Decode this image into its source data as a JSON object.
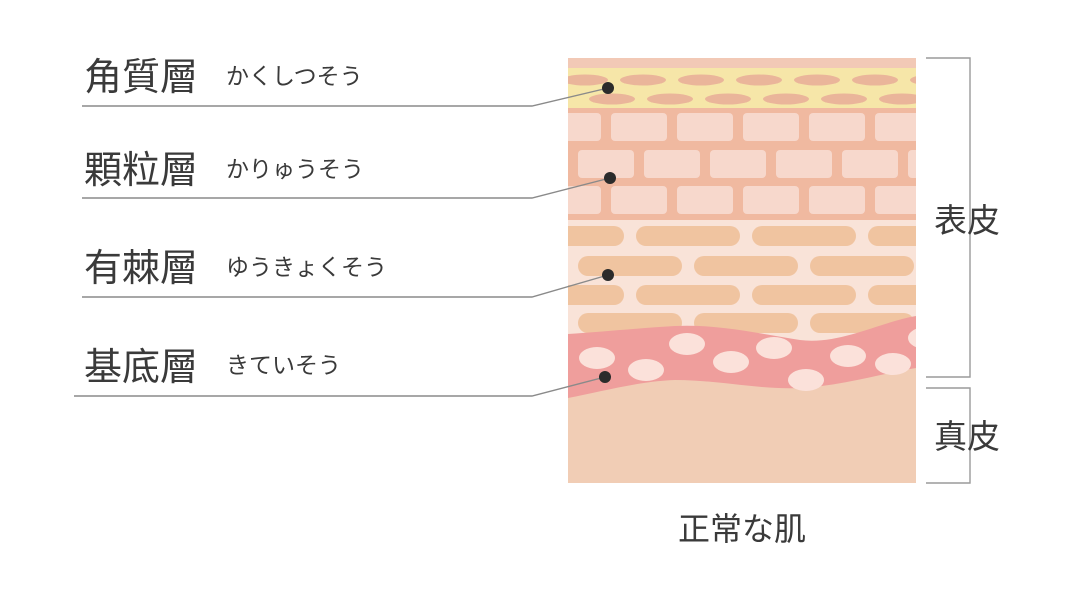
{
  "layers": [
    {
      "name": "角質層",
      "reading": "かくしつそう"
    },
    {
      "name": "顆粒層",
      "reading": "かりゅうそう"
    },
    {
      "name": "有棘層",
      "reading": "ゆうきょくそう"
    },
    {
      "name": "基底層",
      "reading": "きていそう"
    }
  ],
  "regions": {
    "epidermis": "表皮",
    "dermis": "真皮"
  },
  "caption": "正常な肌",
  "colors": {
    "text": "#3a3a3a",
    "stratum_corneum_bg": "#f6e6a8",
    "stratum_corneum_cells": "#eab59a",
    "granular_bg": "#f0b9a0",
    "granular_cells": "#f7d8cc",
    "spinous_bg": "#f9e3d8",
    "spinous_cells": "#f0c4a0",
    "basal_wave": "#ef9e9c",
    "basal_cells": "#fbe1da",
    "dermis": "#f1cdb5",
    "marker": "#2b2b2b"
  }
}
